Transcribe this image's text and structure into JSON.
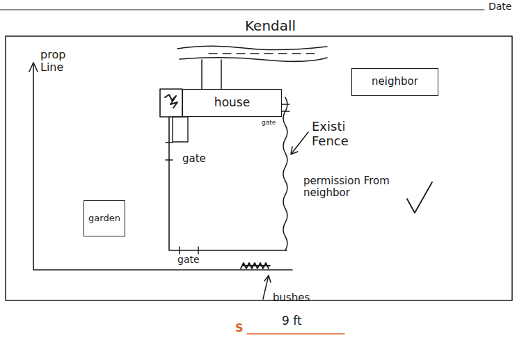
{
  "diagram": {
    "nodes": [
      {
        "text": [
          "house"
        ]
      },
      {
        "text": [
          "neighbor"
        ]
      },
      {
        "text": [
          "garden"
        ]
      }
    ],
    "labels": [
      "Kendall",
      "prop Line",
      "gate",
      "gate",
      "Existi Fence",
      "permission From neighbor",
      "gate",
      "bushes",
      "S",
      "9 ft",
      "Date"
    ]
  }
}
